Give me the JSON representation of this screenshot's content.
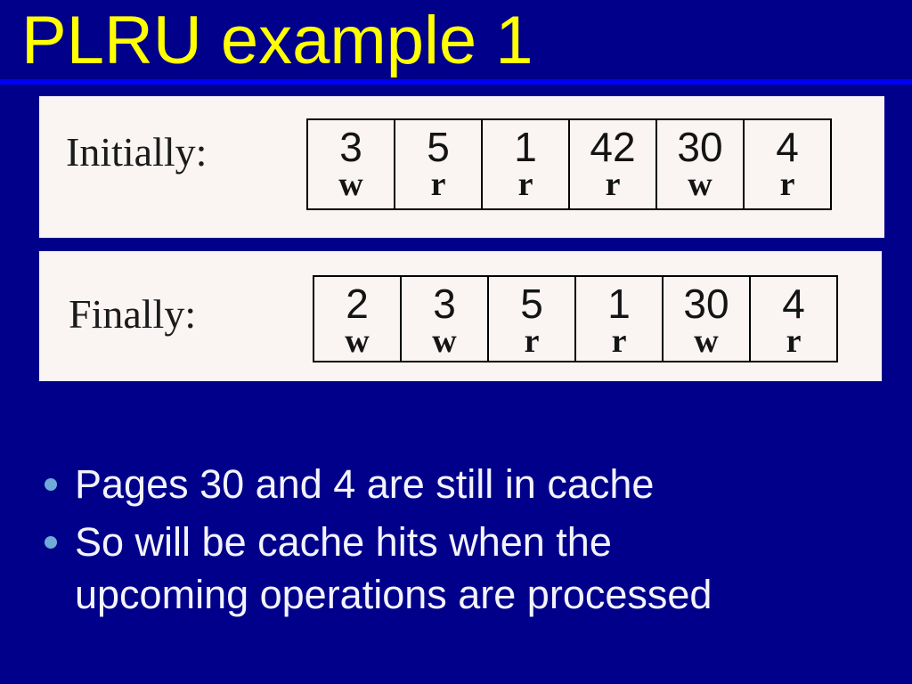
{
  "slide": {
    "title": "PLRU example 1"
  },
  "colors": {
    "background": "#00008B",
    "accent_line": "#0101F0",
    "panel_background": "#FAF5F3",
    "title_text": "#FFFF00",
    "body_text": "#F3F3FB",
    "bullet_marker": "#6FAAD8",
    "cell_border": "#000000"
  },
  "initial_section": {
    "label": "Initially:",
    "cells": [
      {
        "page": "3",
        "op": "w"
      },
      {
        "page": "5",
        "op": "r"
      },
      {
        "page": "1",
        "op": "r"
      },
      {
        "page": "42",
        "op": "r"
      },
      {
        "page": "30",
        "op": "w"
      },
      {
        "page": "4",
        "op": "r"
      }
    ]
  },
  "final_section": {
    "label": "Finally:",
    "cells": [
      {
        "page": "2",
        "op": "w"
      },
      {
        "page": "3",
        "op": "w"
      },
      {
        "page": "5",
        "op": "r"
      },
      {
        "page": "1",
        "op": "r"
      },
      {
        "page": "30",
        "op": "w"
      },
      {
        "page": "4",
        "op": "r"
      }
    ]
  },
  "bullets": {
    "items": [
      "Pages 30 and 4 are still in cache",
      "So will be cache hits when the upcoming operations are processed"
    ]
  }
}
